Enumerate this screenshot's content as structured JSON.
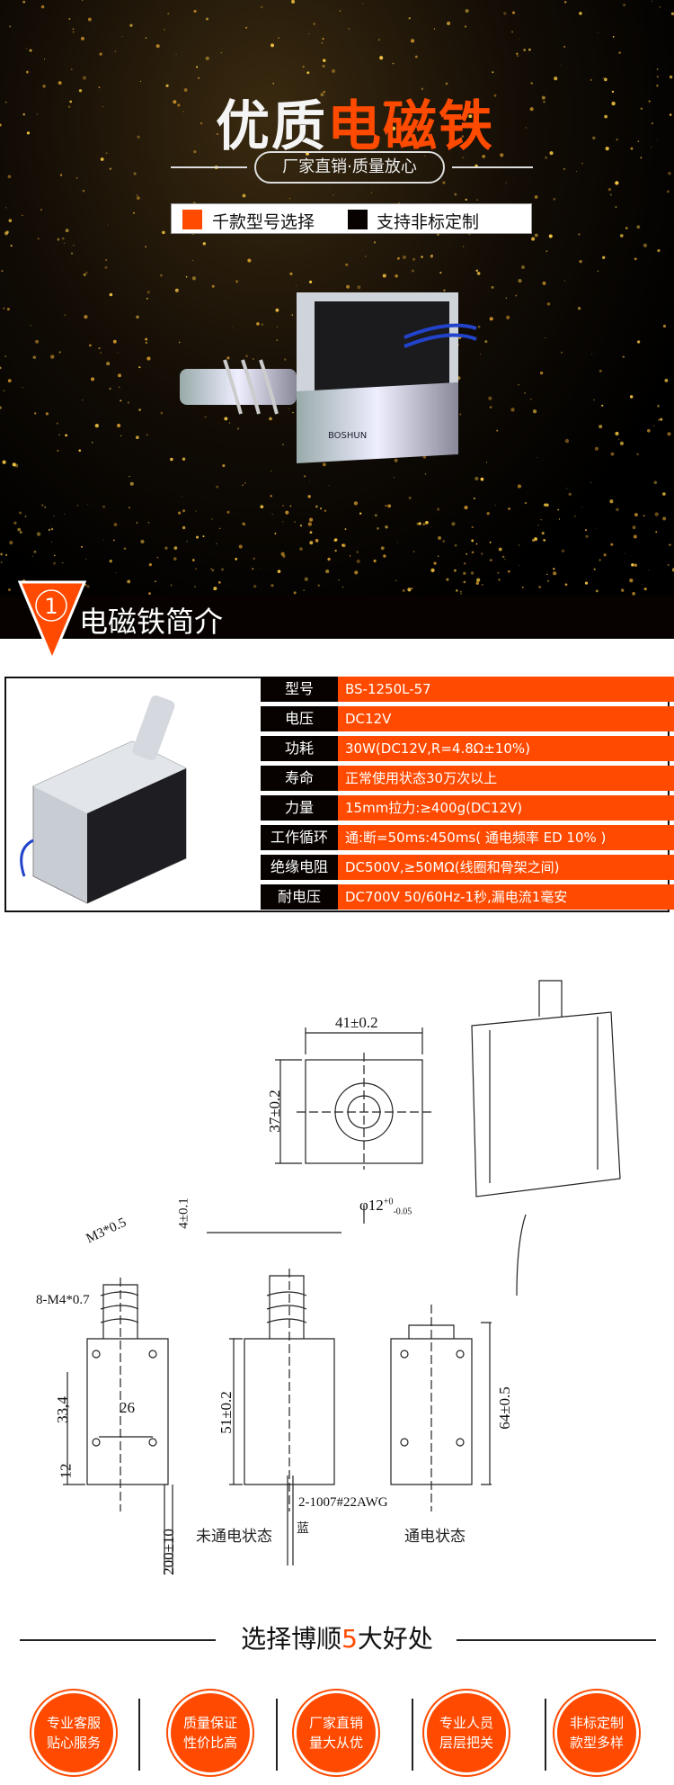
{
  "hero": {
    "title_white": "优质",
    "title_orange": "电磁铁",
    "subtitle": "厂家直销·质量放心",
    "features": [
      {
        "label": "千款型号选择",
        "color": "#ff4a00"
      },
      {
        "label": "支持非标定制",
        "color": "#070200"
      }
    ],
    "brand": "BOSHUN"
  },
  "section": {
    "number": "1",
    "title": "电磁铁简介"
  },
  "specs": [
    {
      "label": "型号",
      "value": "BS-1250L-57"
    },
    {
      "label": "电压",
      "value": "DC12V"
    },
    {
      "label": "功耗",
      "value": "30W(DC12V,R=4.8Ω±10%)"
    },
    {
      "label": "寿命",
      "value": "正常使用状态30万次以上"
    },
    {
      "label": "力量",
      "value": "15mm拉力:≥400g(DC12V)"
    },
    {
      "label": "工作循环",
      "value": "通:断=50ms:450ms( 通电频率 ED 10% )"
    },
    {
      "label": "绝缘电阻",
      "value": "DC500V,≥50MΩ(线圈和骨架之间)"
    },
    {
      "label": "耐电压",
      "value": "DC700V 50/60Hz-1秒,漏电流1毫安"
    }
  ],
  "drawing": {
    "width": "41±0.2",
    "height": "37±0.2",
    "diameter": "φ12",
    "tol_upper": "+0",
    "tol_lower": "-0.05",
    "thread": "M3*0.5",
    "plunger": "4±0.1",
    "holes": "8-M4*0.7",
    "hole_v": "33,4",
    "hole_h": "26",
    "offset": "12",
    "lead": "200±10",
    "body": "51±0.2",
    "total": "64±0.5",
    "wire": "2-1007#22AWG",
    "wire_color": "蓝",
    "state_off": "未通电状态",
    "state_on": "通电状态"
  },
  "benefits": {
    "title_a": "选择博顺",
    "title_num": "5",
    "title_b": "大好处",
    "items": [
      {
        "l1": "专业客服",
        "l2": "贴心服务"
      },
      {
        "l1": "质量保证",
        "l2": "性价比高"
      },
      {
        "l1": "厂家直销",
        "l2": "量大从优"
      },
      {
        "l1": "专业人员",
        "l2": "层层把关"
      },
      {
        "l1": "非标定制",
        "l2": "款型多样"
      }
    ]
  },
  "colors": {
    "accent": "#ff4a00",
    "dark": "#070200"
  }
}
